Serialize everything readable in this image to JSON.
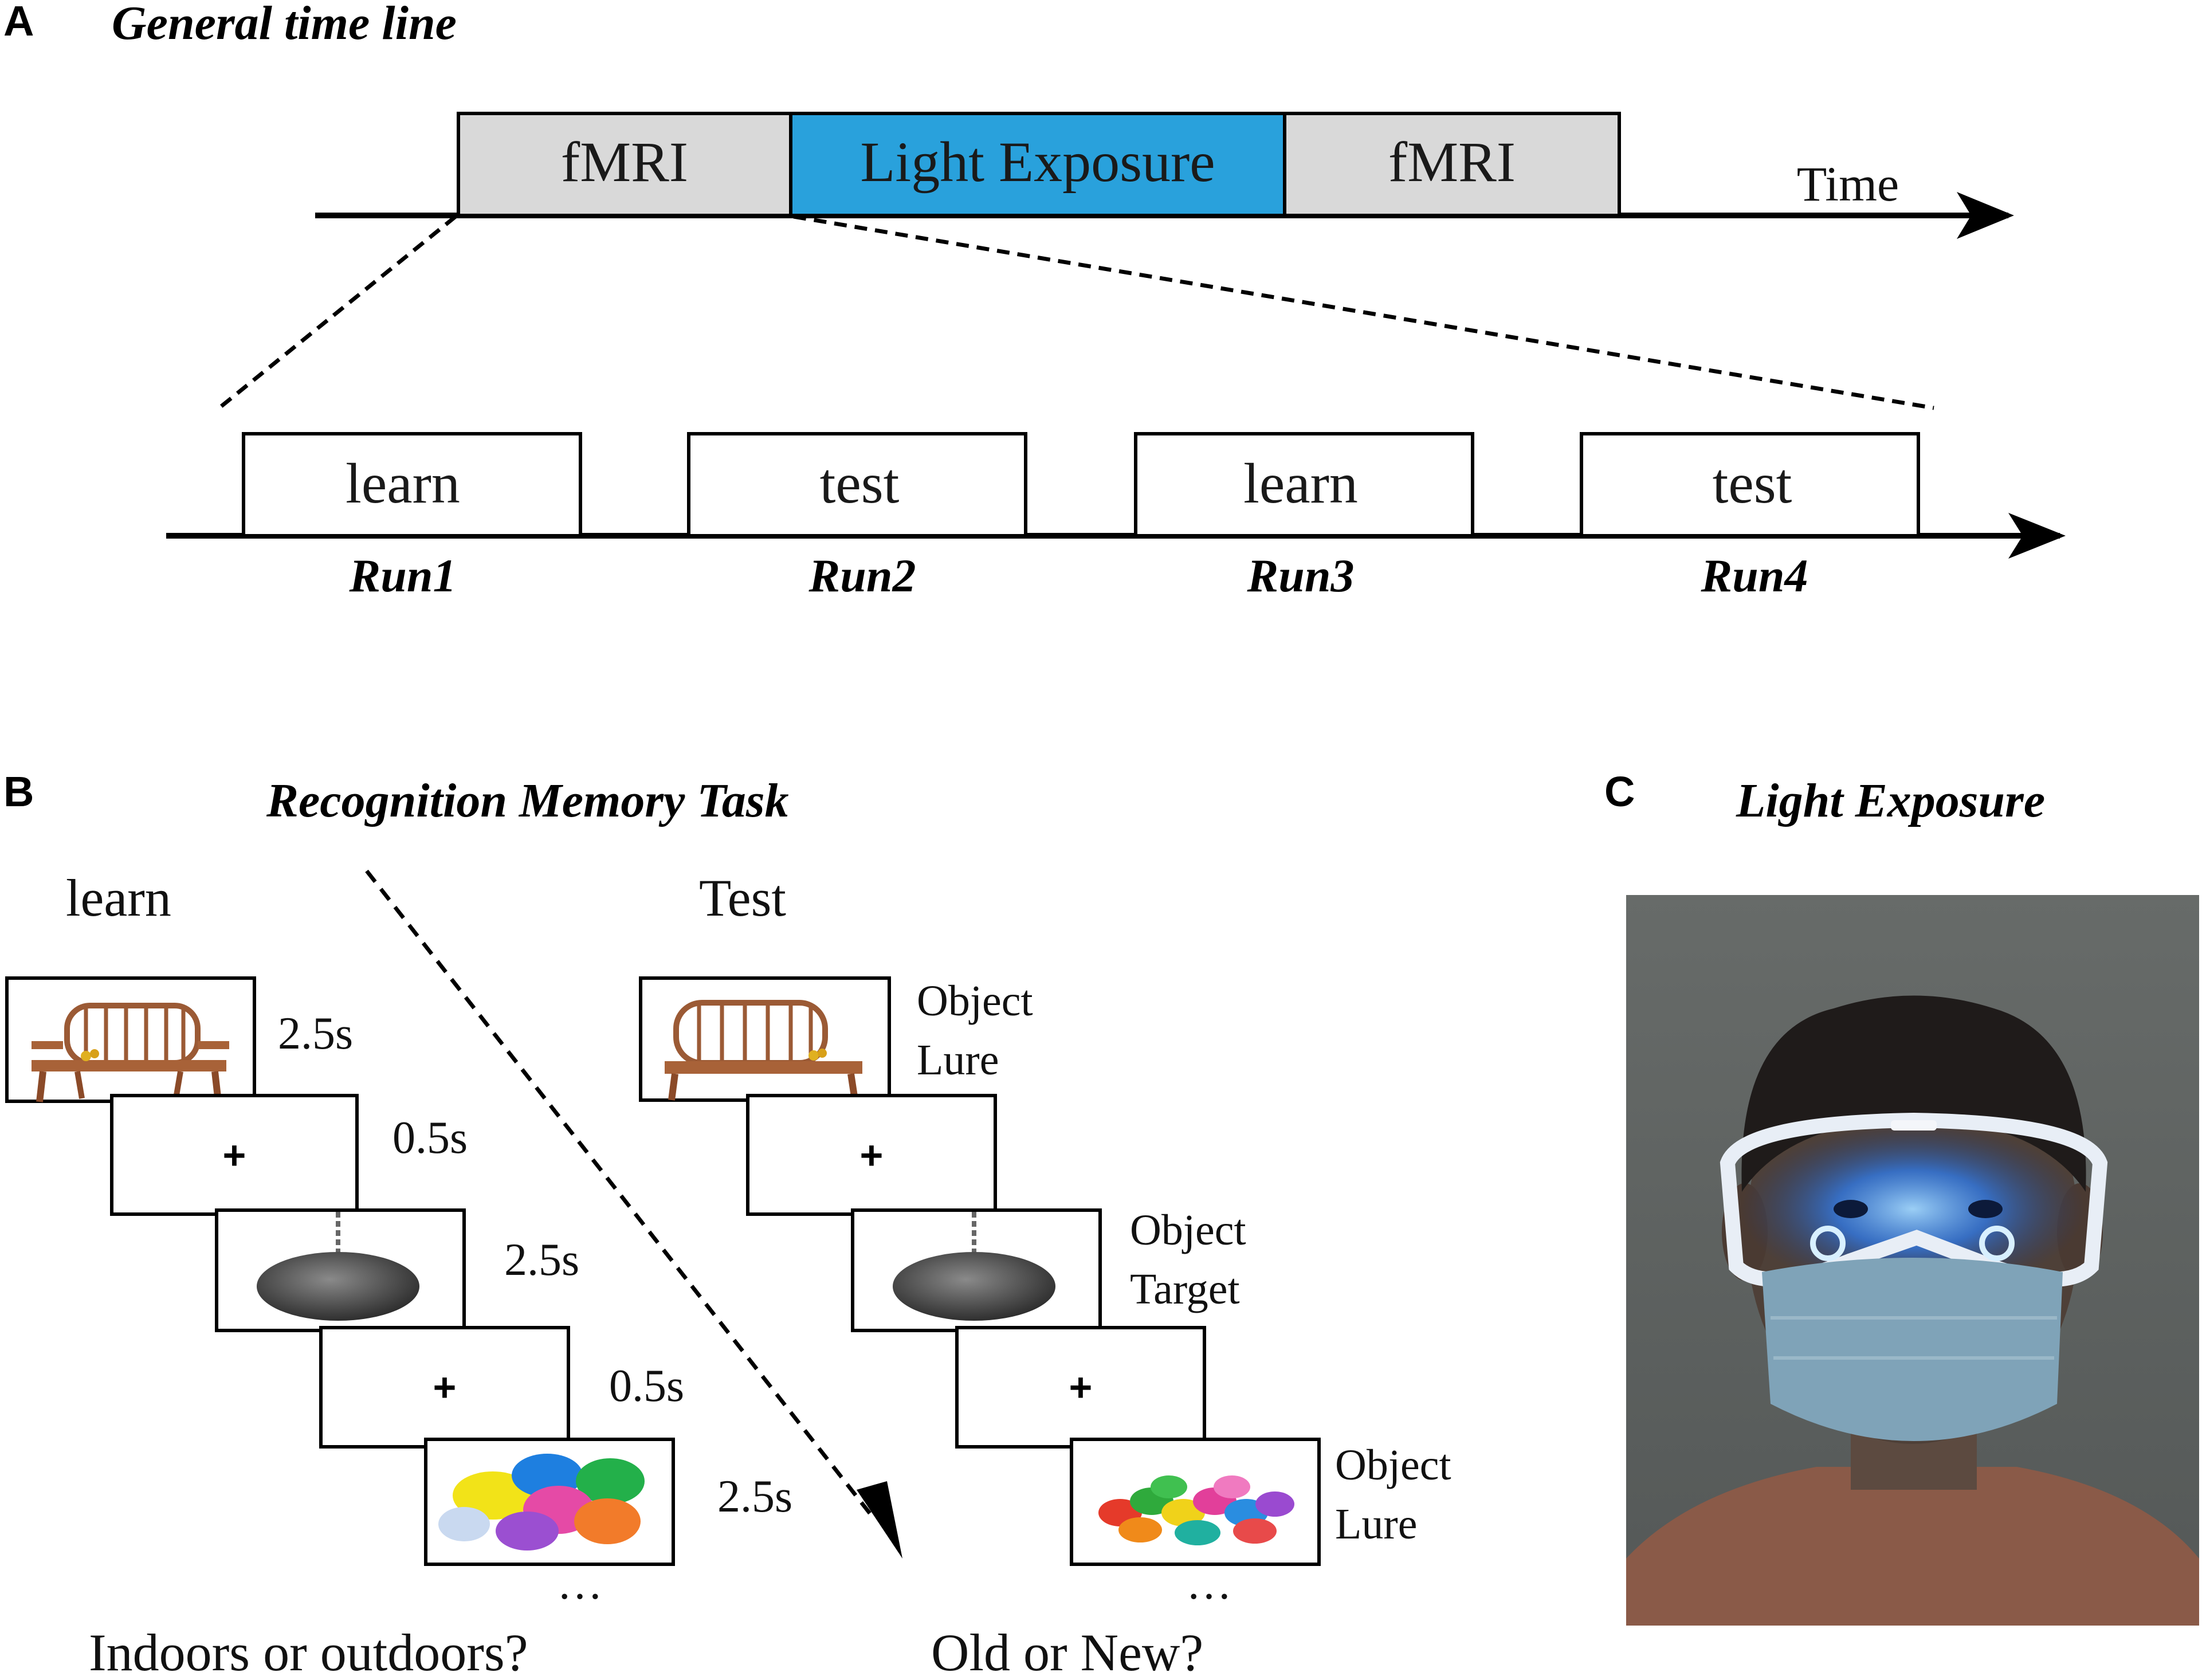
{
  "panel_a": {
    "letter": "A",
    "title": "General time line",
    "timeline": [
      {
        "label": "fMRI",
        "color": "#d9d9d9"
      },
      {
        "label": "Light Exposure",
        "color": "#29a1dc"
      },
      {
        "label": "fMRI",
        "color": "#d9d9d9"
      }
    ],
    "time_label": "Time",
    "runs": [
      {
        "box": "learn",
        "run": "Run1"
      },
      {
        "box": "test",
        "run": "Run2"
      },
      {
        "box": "learn",
        "run": "Run3"
      },
      {
        "box": "test",
        "run": "Run4"
      }
    ]
  },
  "panel_b": {
    "letter": "B",
    "title": "Recognition Memory Task",
    "learn": {
      "heading": "learn",
      "durations": [
        "2.5s",
        "0.5s",
        "2.5s",
        "0.5s",
        "2.5s"
      ],
      "question": "Indoors or outdoors?"
    },
    "test": {
      "heading": "Test",
      "labels": [
        {
          "line1": "Object",
          "line2": "Lure"
        },
        {
          "line1": "Object",
          "line2": "Target"
        },
        {
          "line1": "Object",
          "line2": "Lure"
        }
      ],
      "question": "Old or New?"
    },
    "fixation": "+",
    "ellipsis": "…"
  },
  "panel_c": {
    "letter": "C",
    "title": "Light Exposure"
  }
}
